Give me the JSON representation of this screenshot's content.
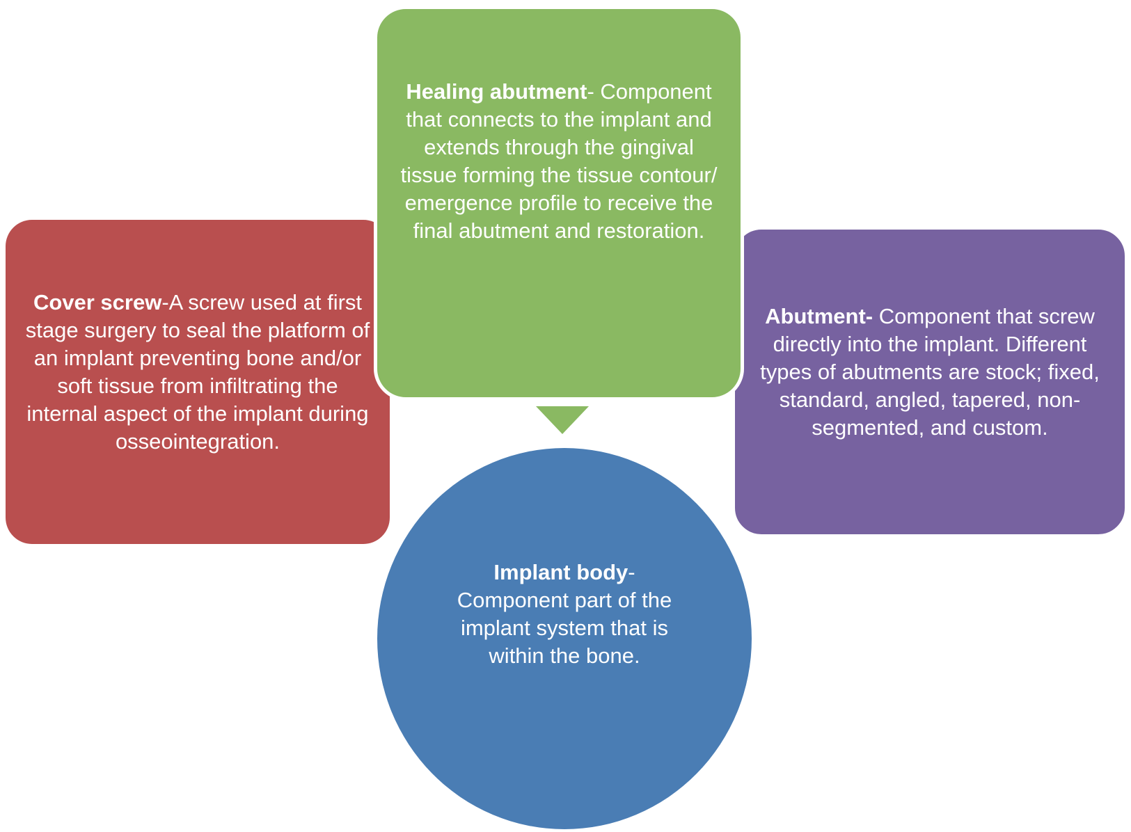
{
  "diagram": {
    "colors": {
      "cover_screw": "#b94f4f",
      "healing_abutment": "#8ab962",
      "abutment": "#7762a0",
      "implant_body": "#4a7db4",
      "text": "#ffffff"
    },
    "nodes": {
      "healing_abutment": {
        "term": "Healing abutment",
        "definition": "- Component that connects to the implant and extends through the gingival tissue forming the tissue contour/ emergence profile to receive the final abutment and restoration."
      },
      "cover_screw": {
        "term": "Cover screw",
        "definition": "-A screw used at first stage surgery to seal the platform of an implant preventing bone and/or soft tissue from infiltrating the internal aspect of the implant during osseointegration."
      },
      "abutment": {
        "term": "Abutment-",
        "definition": " Component that screw directly into the implant. Different types of abutments are stock; fixed, standard, angled, tapered, non-segmented, and custom."
      },
      "implant_body": {
        "term": "Implant body",
        "definition": "- Component part of the implant system that is within the bone."
      }
    },
    "arrow_icon": "down-triangle-arrow-icon"
  }
}
